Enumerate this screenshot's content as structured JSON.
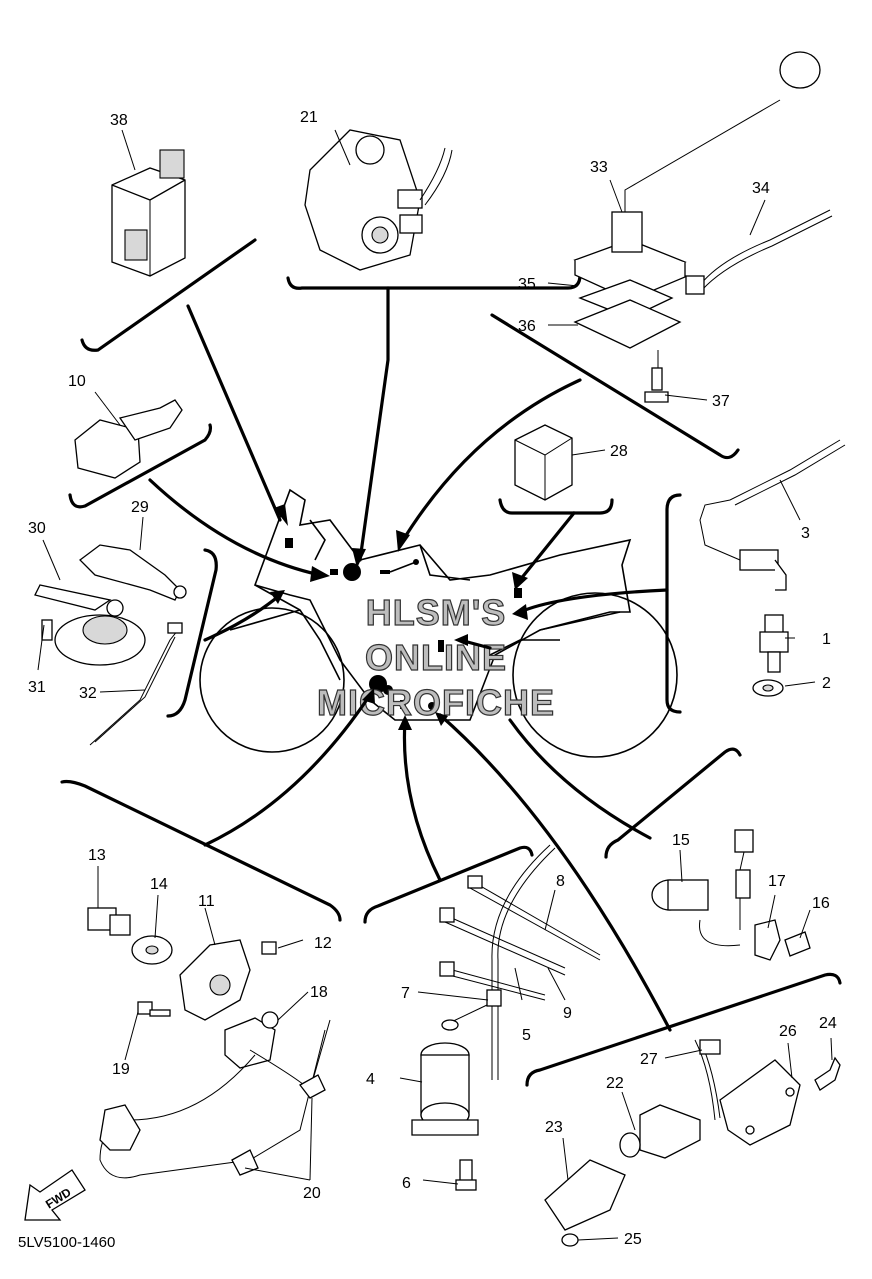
{
  "watermark": {
    "line1": "HLSM'S",
    "line2": "ONLINE",
    "line3": "MICROFICHE"
  },
  "diagram_code": "5LV5100-1460",
  "fwd_label": "FWD",
  "callouts": [
    "1",
    "2",
    "3",
    "4",
    "5",
    "6",
    "7",
    "8",
    "9",
    "10",
    "11",
    "12",
    "13",
    "14",
    "15",
    "16",
    "17",
    "18",
    "19",
    "20",
    "21",
    "22",
    "23",
    "24",
    "25",
    "26",
    "27",
    "28",
    "29",
    "30",
    "31",
    "32",
    "33",
    "34",
    "35",
    "36",
    "37",
    "38"
  ]
}
